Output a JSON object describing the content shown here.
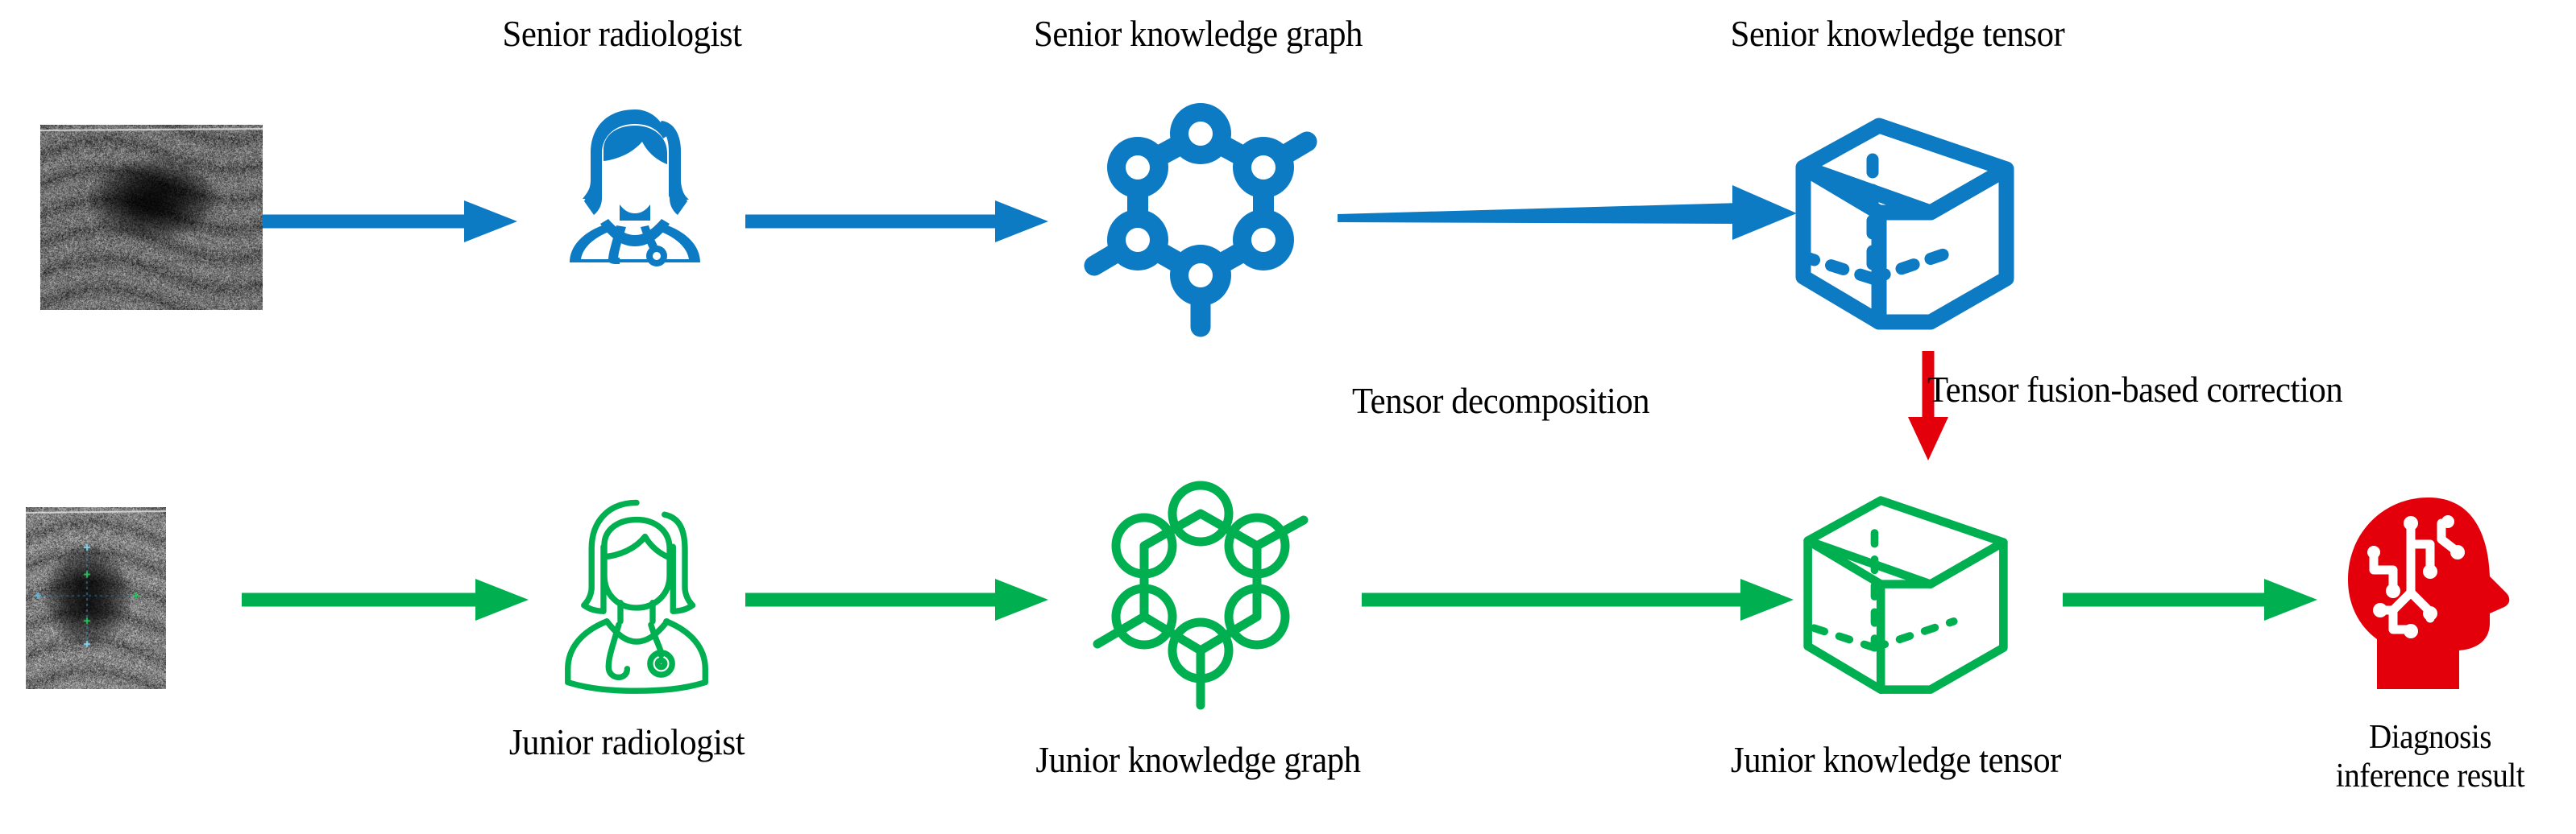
{
  "figure": {
    "title": "Senior-junior radiologist knowledge tensor fusion diagnosis pipeline",
    "colors": {
      "senior_blue": "#0d7ac4",
      "junior_green": "#00b050",
      "correction_red": "#e3000b",
      "text_black": "#000000",
      "background": "#ffffff"
    }
  },
  "senior_row": {
    "labels": {
      "radiologist": "Senior radiologist",
      "knowledge_graph": "Senior knowledge graph",
      "knowledge_tensor": "Senior knowledge tensor"
    },
    "icons": {
      "ultrasound": "ultrasound-image-senior",
      "radiologist": "female-radiologist-filled-icon",
      "knowledge_graph": "hexagon-knowledge-graph-filled-icon",
      "knowledge_tensor": "tensor-cube-filled-icon"
    },
    "arrows": [
      "arrow-image-to-radiologist",
      "arrow-radiologist-to-graph",
      "arrow-graph-to-tensor"
    ]
  },
  "junior_row": {
    "labels": {
      "radiologist": "Junior radiologist",
      "knowledge_graph": "Junior knowledge graph",
      "knowledge_tensor": "Junior knowledge tensor",
      "result_line1": "Diagnosis",
      "result_line2": "inference result"
    },
    "icons": {
      "ultrasound": "ultrasound-image-junior",
      "radiologist": "female-radiologist-outline-icon",
      "knowledge_graph": "hexagon-knowledge-graph-outline-icon",
      "knowledge_tensor": "tensor-cube-outline-icon",
      "result": "ai-head-brain-circuit-icon"
    },
    "arrows": [
      "arrow-image-to-radiologist",
      "arrow-radiologist-to-graph",
      "arrow-graph-to-tensor",
      "arrow-tensor-to-result"
    ]
  },
  "connectors": {
    "tensor_decomposition": "Tensor decomposition",
    "tensor_fusion_correction": "Tensor fusion-based correction",
    "fusion_arrow": "red-down-arrow-tensor-fusion"
  }
}
